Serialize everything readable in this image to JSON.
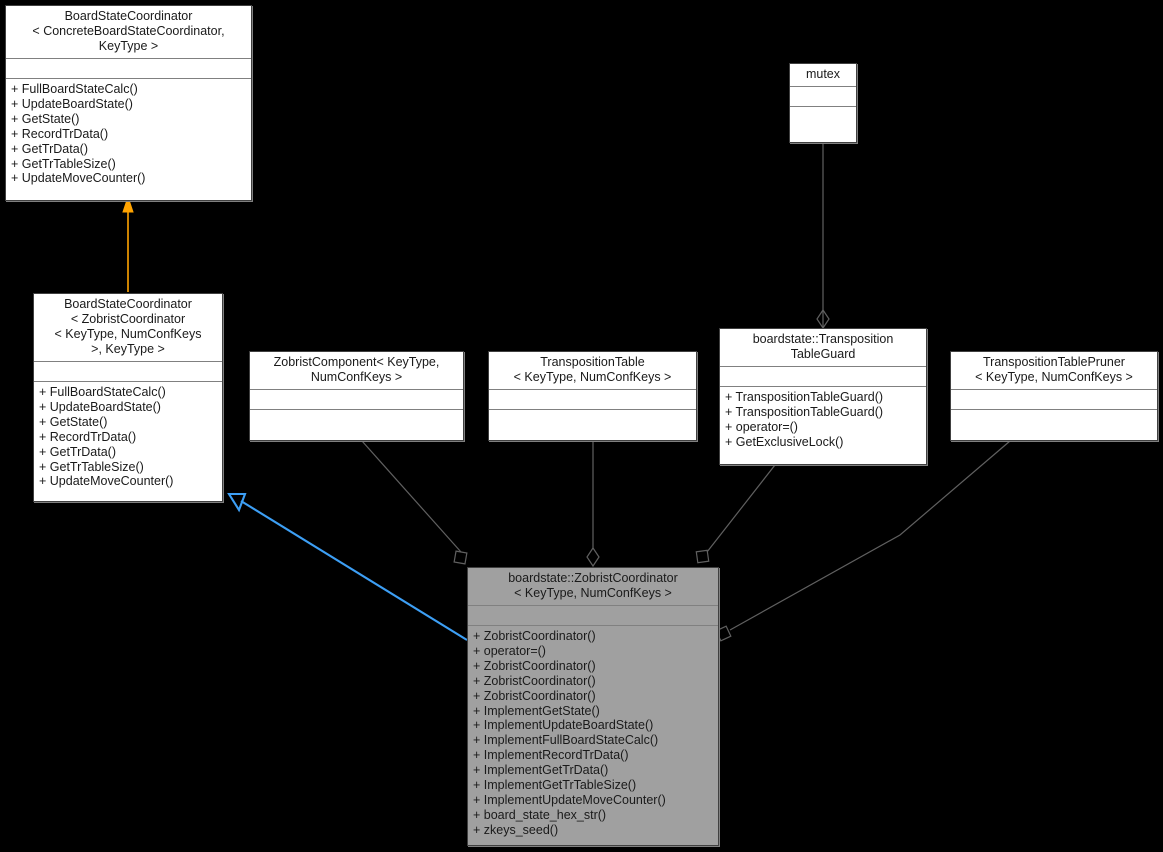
{
  "diagram": {
    "title": "boardstate::ZobristCoordinator class collaboration diagram",
    "background": "#000000",
    "edge_color": "#606060",
    "inherit_arrow_color": "#3d9ff5",
    "template_arrow_color": "#ffa300",
    "highlight_fill": "#a0a0a0"
  },
  "classes": [
    {
      "id": "base-template",
      "name": "BoardStateCoordinator\n< ConcreteBoardStateCoordinator,\nKeyType >",
      "attributes": [],
      "operations": [
        "+ FullBoardStateCalc()",
        "+ UpdateBoardState()",
        "+ GetState()",
        "+ RecordTrData()",
        "+ GetTrData()",
        "+ GetTrTableSize()",
        "+ UpdateMoveCounter()"
      ]
    },
    {
      "id": "base-instantiated",
      "name": "BoardStateCoordinator\n< ZobristCoordinator\n< KeyType, NumConfKeys\n>, KeyType >",
      "attributes": [],
      "operations": [
        "+ FullBoardStateCalc()",
        "+ UpdateBoardState()",
        "+ GetState()",
        "+ RecordTrData()",
        "+ GetTrData()",
        "+ GetTrTableSize()",
        "+ UpdateMoveCounter()"
      ]
    },
    {
      "id": "zobrist-component",
      "name": "ZobristComponent< KeyType,\nNumConfKeys >",
      "attributes": [],
      "operations": []
    },
    {
      "id": "transposition-table",
      "name": "TranspositionTable\n< KeyType, NumConfKeys >",
      "attributes": [],
      "operations": []
    },
    {
      "id": "mutex",
      "name": "mutex",
      "attributes": [],
      "operations": []
    },
    {
      "id": "tt-guard",
      "name": "boardstate::Transposition\nTableGuard",
      "attributes": [],
      "operations": [
        "+ TranspositionTableGuard()",
        "+ TranspositionTableGuard()",
        "+ operator=()",
        "+ GetExclusiveLock()"
      ]
    },
    {
      "id": "tt-pruner",
      "name": "TranspositionTablePruner\n< KeyType, NumConfKeys >",
      "attributes": [],
      "operations": []
    },
    {
      "id": "zobrist-coordinator",
      "name": "boardstate::ZobristCoordinator\n< KeyType, NumConfKeys >",
      "attributes": [],
      "operations": [
        "+ ZobristCoordinator()",
        "+ operator=()",
        "+ ZobristCoordinator()",
        "+ ZobristCoordinator()",
        "+ ZobristCoordinator()",
        "+ ImplementGetState()",
        "+ ImplementUpdateBoardState()",
        "+ ImplementFullBoardStateCalc()",
        "+ ImplementRecordTrData()",
        "+ ImplementGetTrData()",
        "+ ImplementGetTrTableSize()",
        "+ ImplementUpdateMoveCounter()",
        "+ board_state_hex_str()",
        "+ zkeys_seed()"
      ]
    }
  ],
  "relations": [
    {
      "id": "rel-template-binding",
      "kind": "template-binding",
      "from": "base-instantiated",
      "to": "base-template",
      "color": "#ffa300"
    },
    {
      "id": "rel-inheritance",
      "kind": "inheritance",
      "from": "zobrist-coordinator",
      "to": "base-instantiated",
      "color": "#3d9ff5"
    },
    {
      "id": "rel-component-usage",
      "kind": "usage",
      "from": "zobrist-component",
      "to": "zobrist-coordinator",
      "color": "#606060"
    },
    {
      "id": "rel-table-aggregation",
      "kind": "aggregation",
      "from": "transposition-table",
      "to": "zobrist-coordinator",
      "color": "#606060"
    },
    {
      "id": "rel-mutex-aggregation",
      "kind": "aggregation",
      "from": "mutex",
      "to": "tt-guard",
      "color": "#606060"
    },
    {
      "id": "rel-guard-usage",
      "kind": "usage",
      "from": "tt-guard",
      "to": "zobrist-coordinator",
      "color": "#606060"
    },
    {
      "id": "rel-pruner-usage",
      "kind": "usage",
      "from": "tt-pruner",
      "to": "zobrist-coordinator",
      "color": "#606060"
    }
  ]
}
